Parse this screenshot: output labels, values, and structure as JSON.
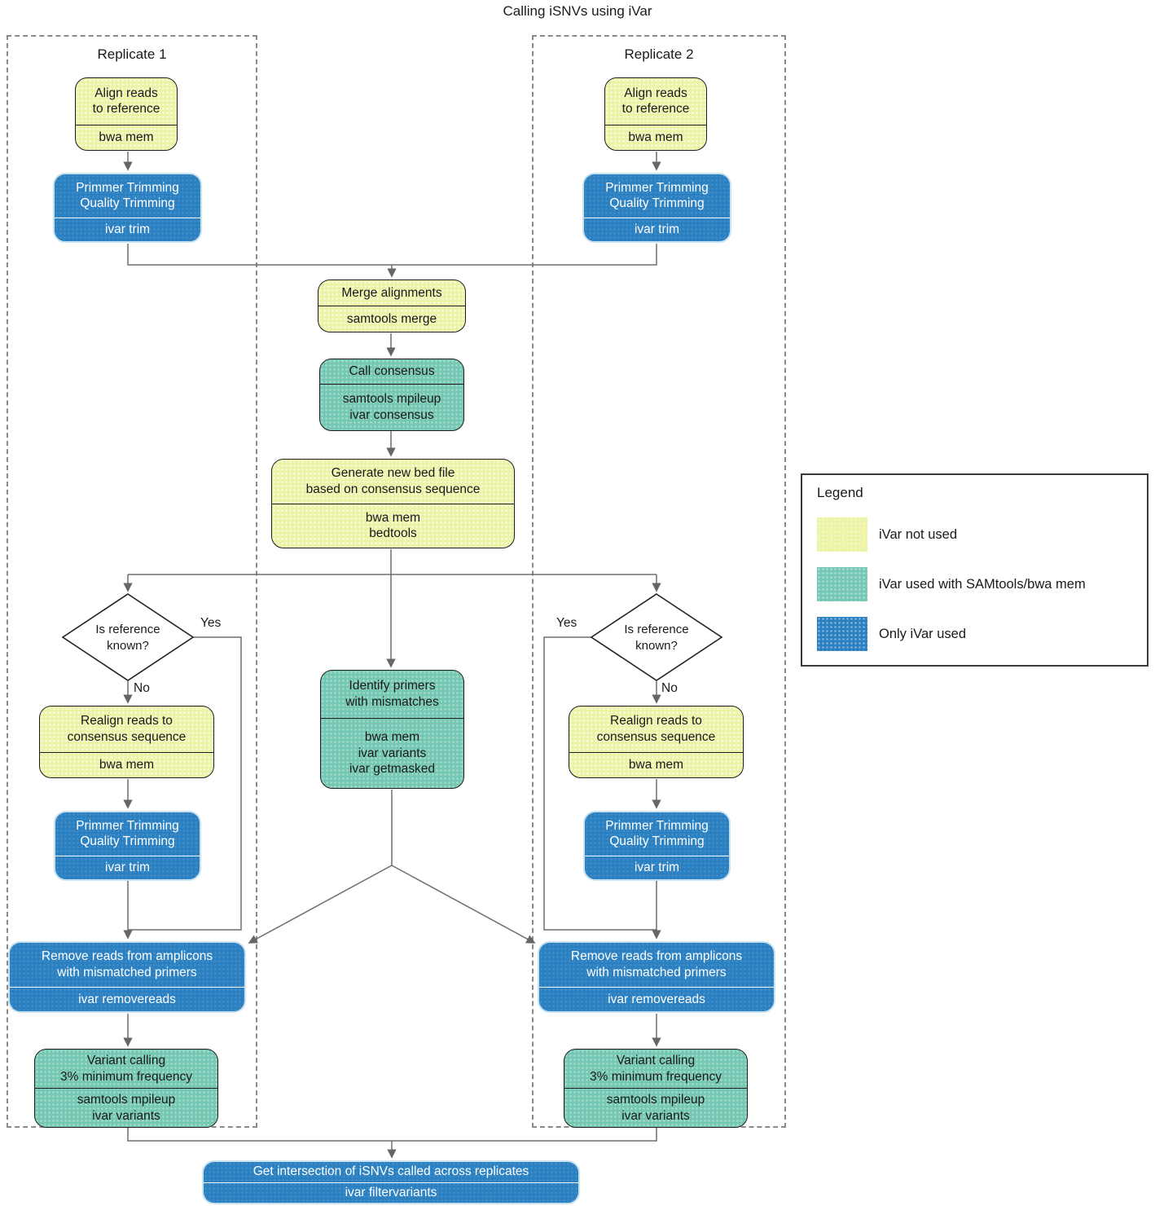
{
  "title": "Calling iSNVs using iVar",
  "colors": {
    "ivar_not_used": "#ecf3a5",
    "ivar_with_samtools_bwa": "#74c7b2",
    "only_ivar": "#2b80c1",
    "connector": "#6e6e6e"
  },
  "replicate1": {
    "label": "Replicate 1",
    "align": {
      "title": "Align reads\nto reference",
      "tool": "bwa mem"
    },
    "trim1": {
      "title": "Primmer Trimming\nQuality Trimming",
      "tool": "ivar trim"
    },
    "decision": {
      "question": "Is reference\nknown?",
      "yes": "Yes",
      "no": "No"
    },
    "realign": {
      "title": "Realign reads to\nconsensus sequence",
      "tool": "bwa mem"
    },
    "trim2": {
      "title": "Primmer Trimming\nQuality Trimming",
      "tool": "ivar trim"
    },
    "remove": {
      "title": "Remove reads from amplicons\nwith mismatched primers",
      "tool": "ivar removereads"
    },
    "variant": {
      "title": "Variant calling\n3% minimum frequency",
      "tool": "samtools mpileup\nivar variants"
    }
  },
  "replicate2": {
    "label": "Replicate 2",
    "align": {
      "title": "Align reads\nto reference",
      "tool": "bwa mem"
    },
    "trim1": {
      "title": "Primmer Trimming\nQuality Trimming",
      "tool": "ivar trim"
    },
    "decision": {
      "question": "Is reference\nknown?",
      "yes": "Yes",
      "no": "No"
    },
    "realign": {
      "title": "Realign reads to\nconsensus sequence",
      "tool": "bwa mem"
    },
    "trim2": {
      "title": "Primmer Trimming\nQuality Trimming",
      "tool": "ivar trim"
    },
    "remove": {
      "title": "Remove reads from amplicons\nwith mismatched primers",
      "tool": "ivar removereads"
    },
    "variant": {
      "title": "Variant calling\n3% minimum frequency",
      "tool": "samtools mpileup\nivar variants"
    }
  },
  "pipeline": {
    "merge": {
      "title": "Merge alignments",
      "tool": "samtools merge"
    },
    "consensus": {
      "title": "Call consensus",
      "tool": "samtools mpileup\nivar consensus"
    },
    "bedfile": {
      "title": "Generate new bed file\nbased on consensus sequence",
      "tool": "bwa mem\nbedtools"
    },
    "identify": {
      "title": "Identify primers\nwith mismatches",
      "tool": "bwa mem\nivar variants\nivar getmasked"
    },
    "intersection": {
      "title": "Get intersection of iSNVs called across replicates",
      "tool": "ivar filtervariants"
    }
  },
  "legend": {
    "title": "Legend",
    "items": [
      {
        "label": "iVar not used",
        "color": "#ecf3a5"
      },
      {
        "label": "iVar used with SAMtools/bwa mem",
        "color": "#74c7b2"
      },
      {
        "label": "Only iVar used",
        "color": "#2b80c1"
      }
    ]
  }
}
